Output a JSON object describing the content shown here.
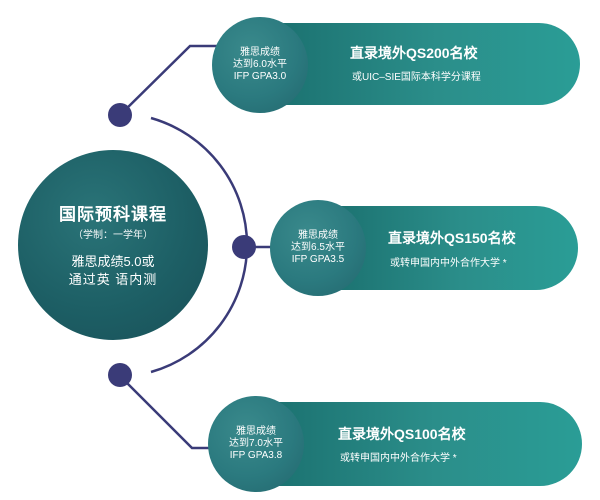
{
  "main": {
    "title": "国际预科课程",
    "subtitle": "（学制：一学年）",
    "requirement_line1": "雅思成绩5.0或",
    "requirement_line2": "通过英 语内测"
  },
  "tiers": [
    {
      "badge": [
        "雅思成绩",
        "达到6.0水平",
        "IFP GPA3.0"
      ],
      "title": "直录境外QS200名校",
      "subtitle": "或UIC–SIE国际本科学分课程"
    },
    {
      "badge": [
        "雅思成绩",
        "达到6.5水平",
        "IFP GPA3.5"
      ],
      "title": "直录境外QS150名校",
      "subtitle": "或转申国内中外合作大学 *"
    },
    {
      "badge": [
        "雅思成绩",
        "达到7.0水平",
        "IFP GPA3.8"
      ],
      "title": "直录境外QS100名校",
      "subtitle": "或转申国内中外合作大学 *"
    }
  ],
  "colors": {
    "connector": "#3a3b78",
    "node": "#3a3b78",
    "main_circle": "#1d5f65",
    "pill": "#2b8e8a"
  }
}
